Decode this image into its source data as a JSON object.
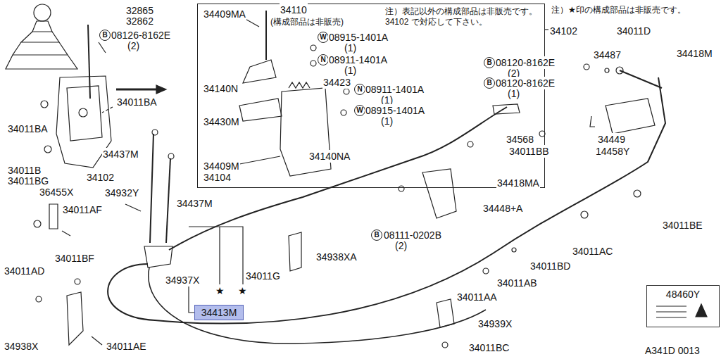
{
  "diagram": {
    "nodes": [
      {
        "text": [
          "注）表記以外の構成部品は非販売です。 34102 で対応して下さい。"
        ]
      },
      {
        "text": [
          "34413M"
        ]
      },
      {
        "text": [
          "48460Y"
        ]
      }
    ],
    "labels": [
      "32865",
      "32862",
      "B",
      "08126-8162E",
      "(2)",
      "34011BA",
      "34011BA",
      "34437M",
      "34011B",
      "34011BG",
      "34102",
      "36455X",
      "34011AF",
      "34932Y",
      "34437M",
      "34937X",
      "★",
      "★",
      "34011BF",
      "34011AD",
      "34938X",
      "34011AE",
      "34011G",
      "34938XA",
      "34409MA",
      "34110",
      "(構成部品は非販売)",
      "W",
      "08915-1401A",
      "(1)",
      "N",
      "08911-1401A",
      "(1)",
      "34423",
      "34140N",
      "N",
      "08911-1401A",
      "(1)",
      "34430M",
      "W",
      "08915-1401A",
      "(1)",
      "34409M",
      "34140NA",
      "34104",
      "34102",
      "注）★印の構成部品は非販売です。",
      "34011D",
      "34487",
      "34418M",
      "B",
      "08120-8162E",
      "(2)",
      "B",
      "08120-8162E",
      "(1)",
      "34449",
      "14458Y",
      "34568",
      "34011BB",
      "34418MA",
      "34448+A",
      "B",
      "08111-0202B",
      "(2)",
      "34011BE",
      "34011AC",
      "34011BD",
      "34011AB",
      "34011AA",
      "34939X",
      "34011BC",
      "A341D 0013"
    ]
  }
}
